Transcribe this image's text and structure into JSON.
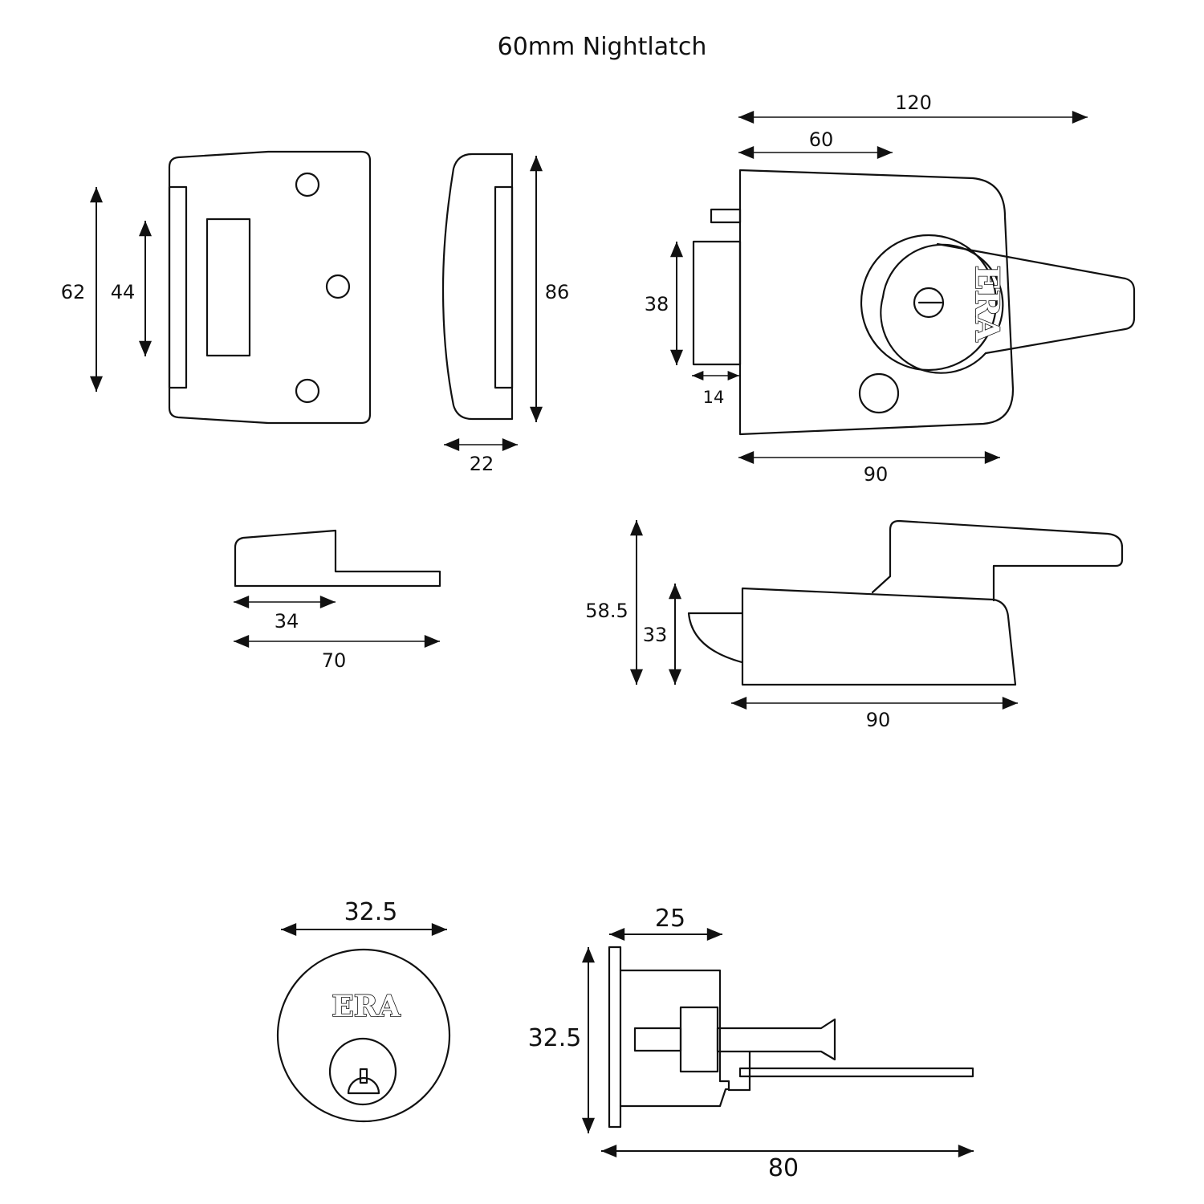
{
  "title": "60mm Nightlatch",
  "brand": "ERA",
  "dimensions": {
    "staple_height_outer": "62",
    "staple_height_inner": "44",
    "staple_side_height": "86",
    "staple_side_depth": "22",
    "case_width_overall": "120",
    "case_backset": "60",
    "bolt_height": "38",
    "bolt_projection": "14",
    "case_width": "90",
    "staple_top_short": "34",
    "staple_top_long": "70",
    "case_side_height_overall": "58.5",
    "case_side_height_body": "33",
    "case_side_width": "90",
    "cylinder_diameter": "32.5",
    "cylinder_flange": "25",
    "cylinder_side_height": "32.5",
    "cylinder_length": "80"
  }
}
